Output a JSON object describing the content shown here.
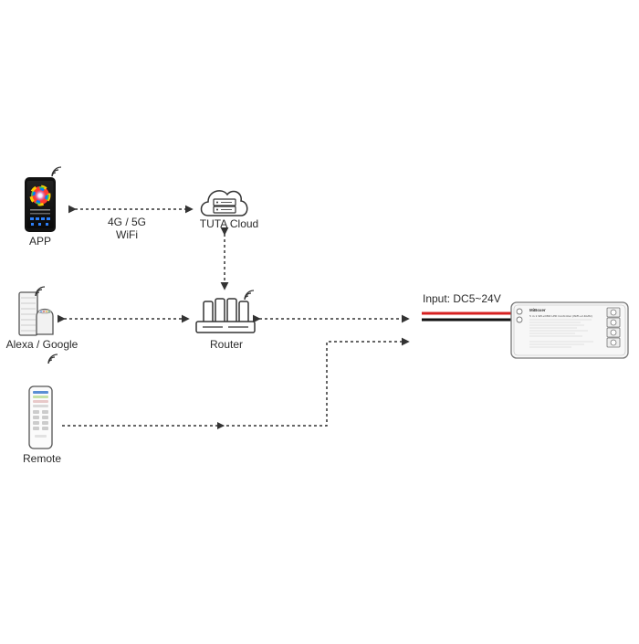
{
  "nodes": {
    "app": {
      "label": "APP"
    },
    "cloud": {
      "label": "TUTA Cloud"
    },
    "alexa": {
      "label": "Alexa / Google"
    },
    "router": {
      "label": "Router"
    },
    "remote": {
      "label": "Remote"
    }
  },
  "links": {
    "app_cloud": {
      "line1": "4G / 5G",
      "line2": "WiFi"
    }
  },
  "controller": {
    "input_label": "Input:  DC5~24V",
    "brand": "MiBoxer",
    "subtitle": "5 in 1 SPI+DMX LED Controller (WiFi+2.4GHz)"
  },
  "colors": {
    "wire_red": "#d62020",
    "wire_black": "#111111",
    "line": "#333333"
  }
}
